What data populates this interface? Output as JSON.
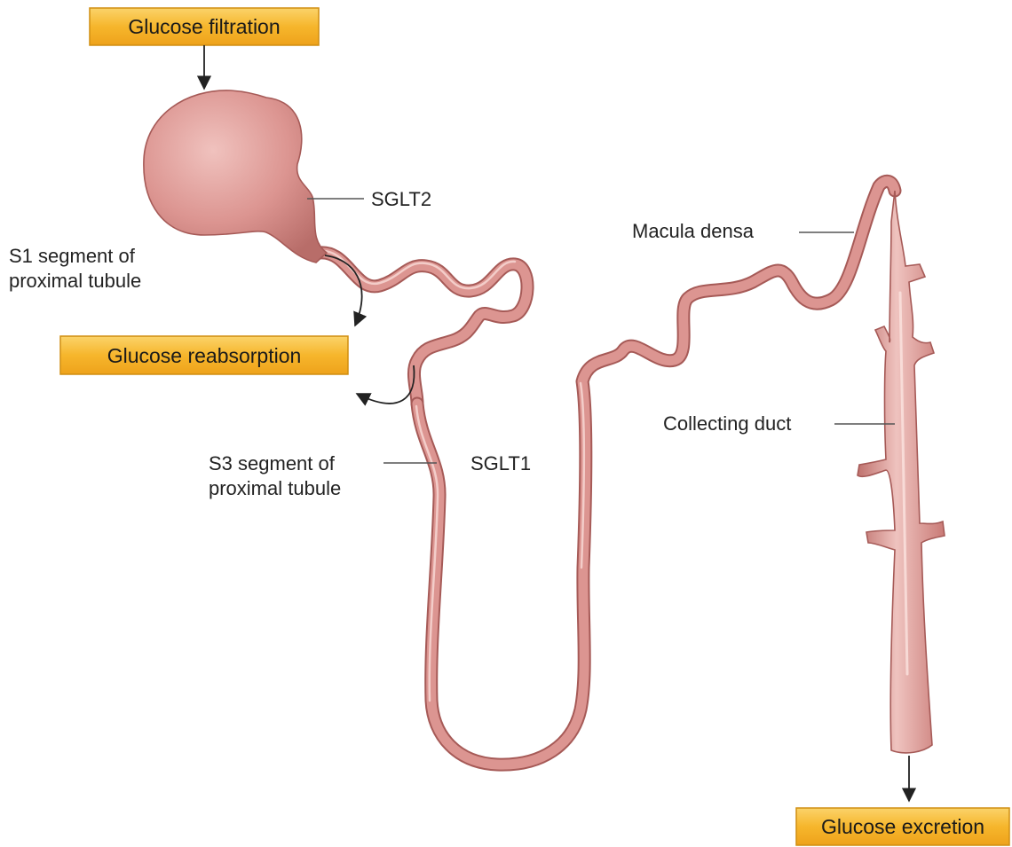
{
  "boxes": {
    "filtration": "Glucose filtration",
    "reabsorption": "Glucose reabsorption",
    "excretion": "Glucose excretion"
  },
  "labels": {
    "sglt2": "SGLT2",
    "sglt1": "SGLT1",
    "s1_line1": "S1 segment of",
    "s1_line2": "proximal tubule",
    "s3_line1": "S3 segment of",
    "s3_line2": "proximal tubule",
    "macula_densa": "Macula densa",
    "collecting_duct": "Collecting duct"
  },
  "colors": {
    "tubule_fill": "#dc9591",
    "tubule_edge": "#a65a57",
    "tubule_highlight": "#f3cdc9",
    "box_fill": "#f6b62c",
    "box_edge": "#d08e10"
  }
}
